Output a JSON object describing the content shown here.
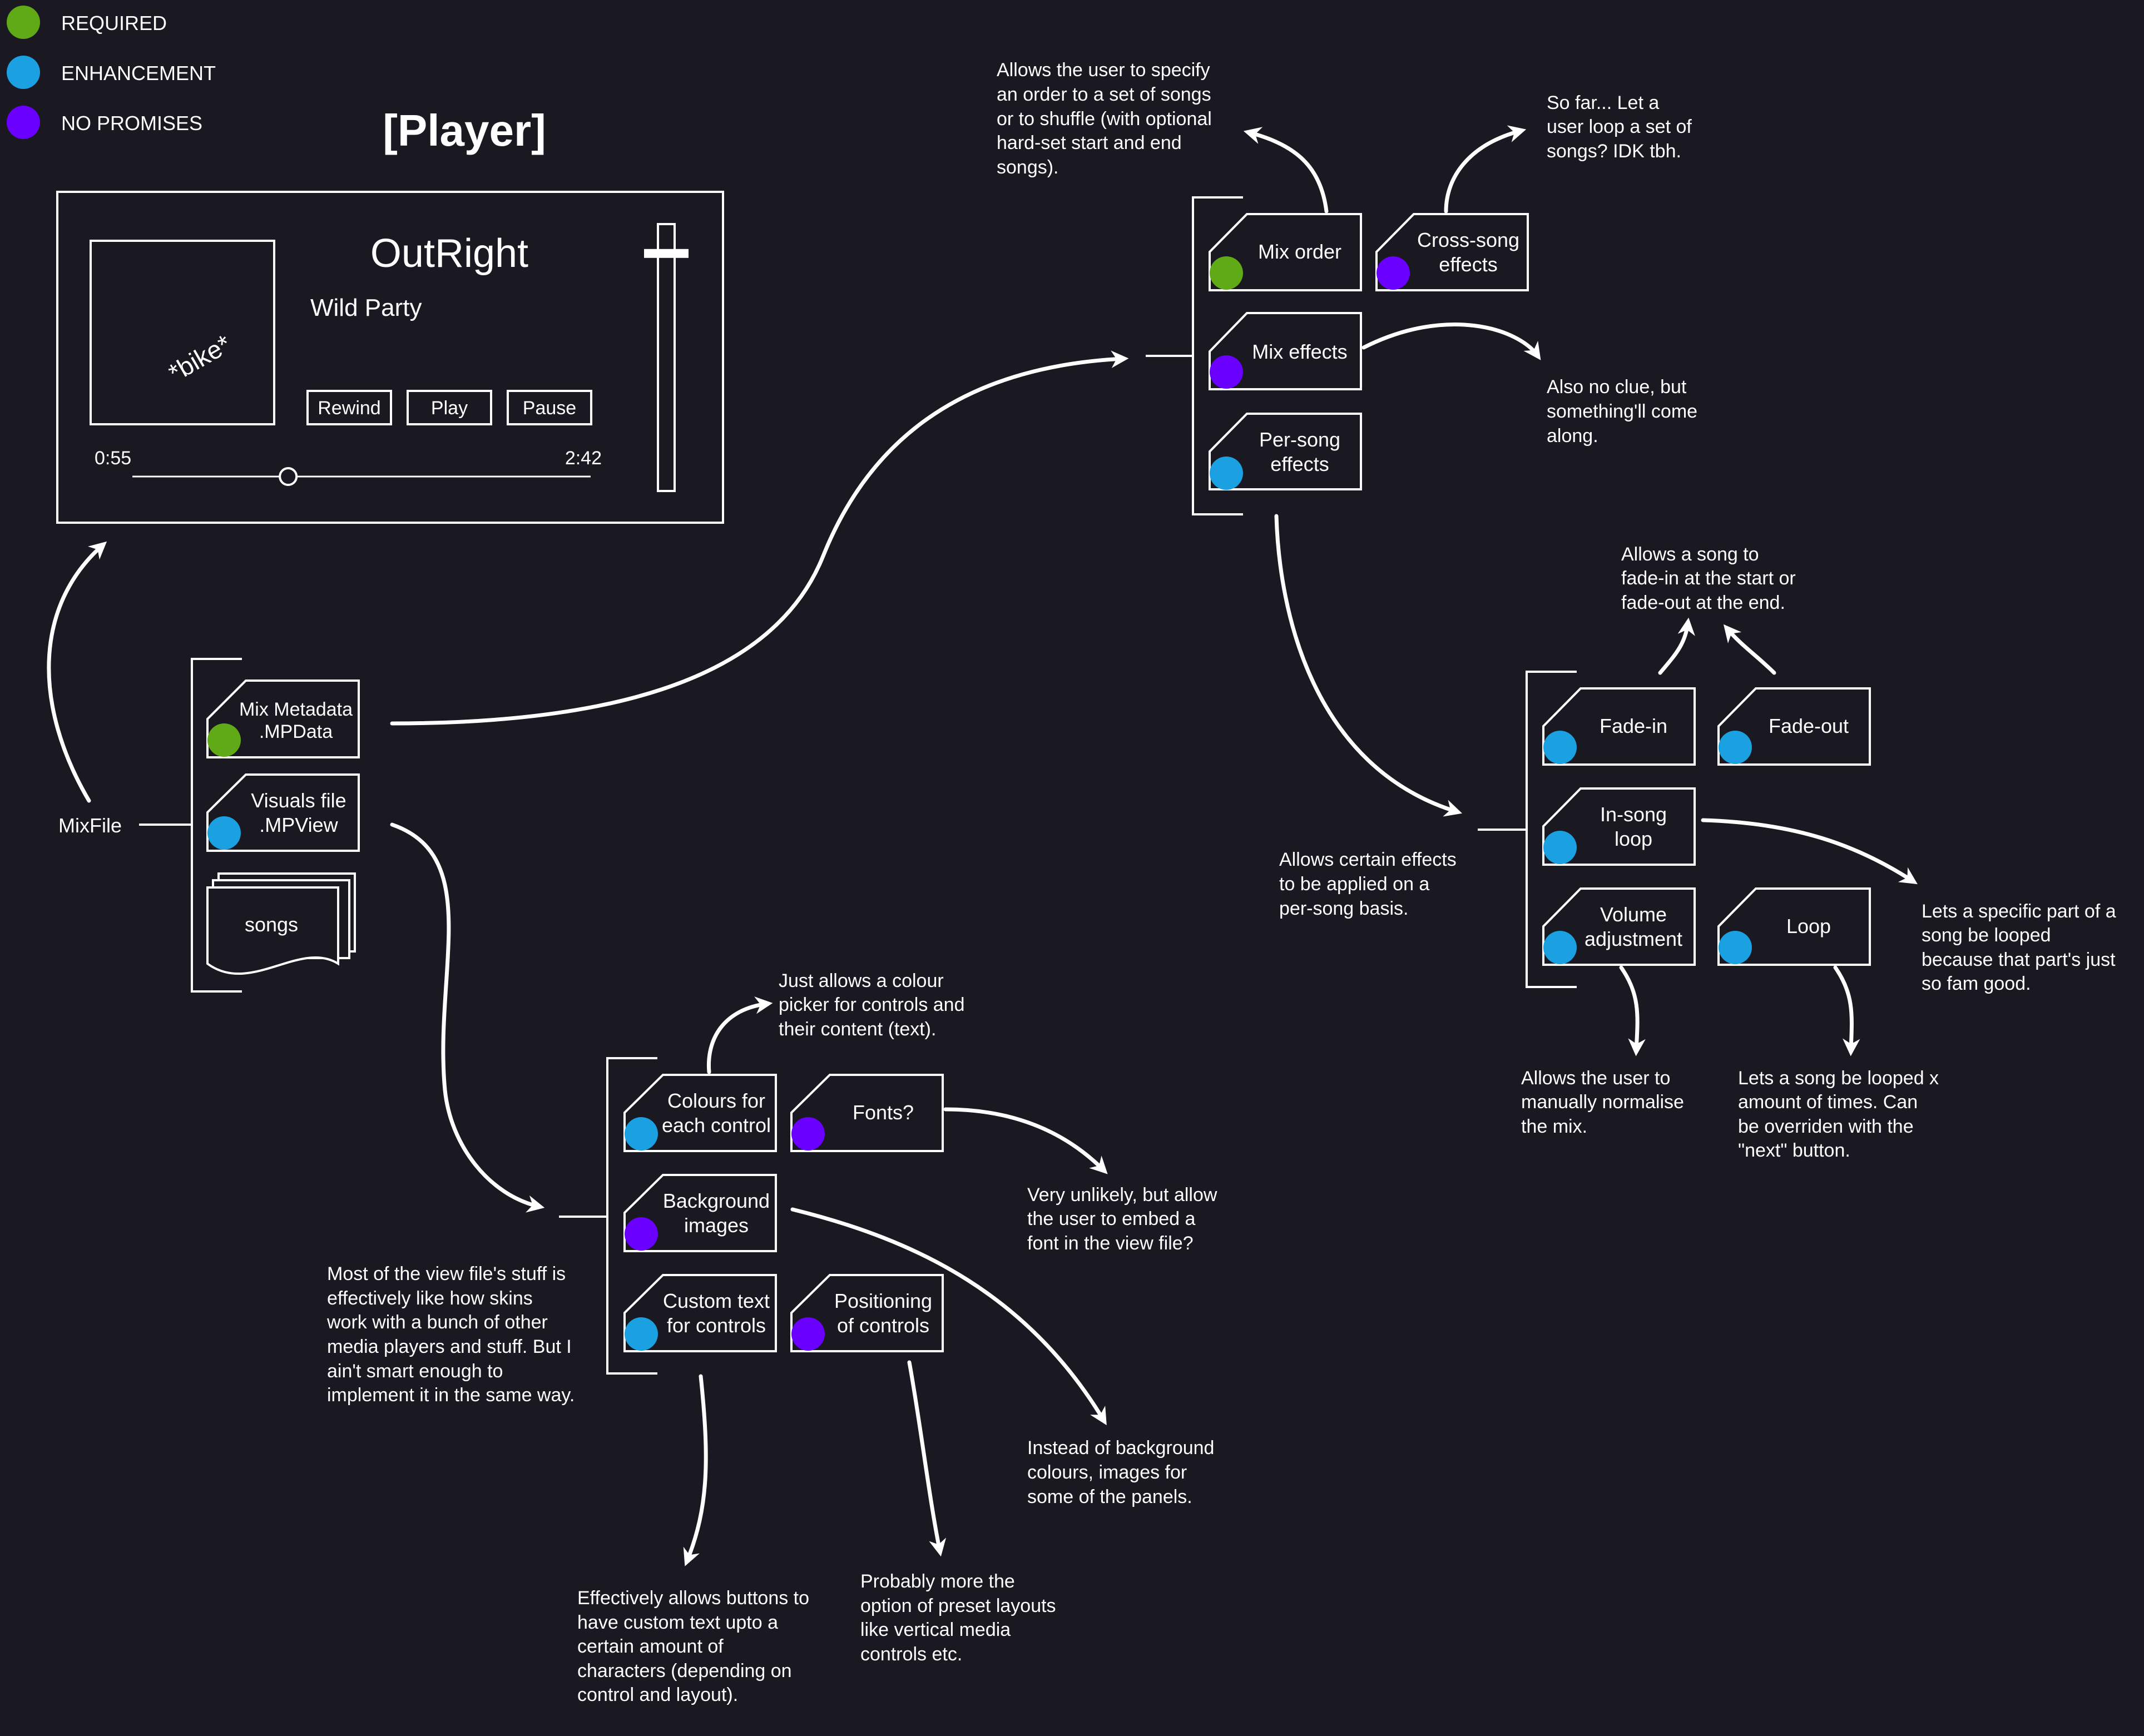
{
  "colors": {
    "background": "#1a1820",
    "stroke": "#ffffff",
    "required": "#60a917",
    "enhancement": "#1ba1e2",
    "no_promises": "#6a00ff"
  },
  "legend": {
    "required": "REQUIRED",
    "enhancement": "ENHANCEMENT",
    "no_promises": "NO PROMISES"
  },
  "player": {
    "heading": "[Player]",
    "album_art": "*bike*",
    "track_title": "OutRight",
    "artist": "Wild Party",
    "rewind": "Rewind",
    "play": "Play",
    "pause": "Pause",
    "time_elapsed": "0:55",
    "time_total": "2:42",
    "progress": 0.34,
    "volume": 0.89
  },
  "mixfile": {
    "label": "MixFile",
    "metadata_line1": "Mix Metadata",
    "metadata_line2": ".MPData",
    "visuals_line1": "Visuals file",
    "visuals_line2": ".MPView",
    "songs": "songs"
  },
  "mix": {
    "order": "Mix order",
    "crosssong_line1": "Cross-song",
    "crosssong_line2": "effects",
    "effects": "Mix effects",
    "persong_line1": "Per-song",
    "persong_line2": "effects",
    "note_order": [
      "Allows the user to specify",
      "an order to a set of songs",
      "or to shuffle (with optional",
      "hard-set start and end",
      "songs)."
    ],
    "note_crosssong": [
      "So far... Let a",
      "user loop a set of",
      "songs? IDK tbh."
    ],
    "note_effects": [
      "Also no clue, but",
      "something'll come",
      "along."
    ]
  },
  "persong": {
    "fadein": "Fade-in",
    "fadeout": "Fade-out",
    "insong_line1": "In-song",
    "insong_line2": "loop",
    "volume_line1": "Volume",
    "volume_line2": "adjustment",
    "loop": "Loop",
    "note_group": [
      "Allows certain effects",
      "to be applied on a",
      "per-song basis."
    ],
    "note_fade": [
      "Allows a song to",
      "fade-in at the start or",
      "fade-out at the end."
    ],
    "note_insong": [
      "Lets a specific part of a",
      "song be looped",
      "because that part's just",
      "so fam good."
    ],
    "note_volume": [
      "Allows the user to",
      "manually normalise",
      "the mix."
    ],
    "note_loop": [
      "Lets a song be looped x",
      "amount of times. Can",
      "be overriden with the",
      "\"next\" button."
    ]
  },
  "visuals": {
    "colours_line1": "Colours for",
    "colours_line2": "each control",
    "fonts": "Fonts?",
    "bg_line1": "Background",
    "bg_line2": "images",
    "customtext_line1": "Custom text",
    "customtext_line2": "for controls",
    "positioning_line1": "Positioning",
    "positioning_line2": "of controls",
    "note_group": [
      "Most of the view file's stuff is",
      "effectively like how skins",
      "work with a bunch of other",
      "media players and stuff. But I",
      "ain't smart enough to",
      "implement it in the same way."
    ],
    "note_colours": [
      "Just allows a colour",
      "picker for controls and",
      "their content (text)."
    ],
    "note_fonts": [
      "Very unlikely, but allow",
      "the user to embed a",
      "font in the view file?"
    ],
    "note_bg": [
      "Instead of background",
      "colours, images for",
      "some of the panels."
    ],
    "note_customtext": [
      "Effectively allows buttons to",
      "have custom text upto a",
      "certain amount of",
      "characters (depending on",
      "control and layout)."
    ],
    "note_positioning": [
      "Probably more the",
      "option of preset layouts",
      "like vertical media",
      "controls etc."
    ]
  }
}
